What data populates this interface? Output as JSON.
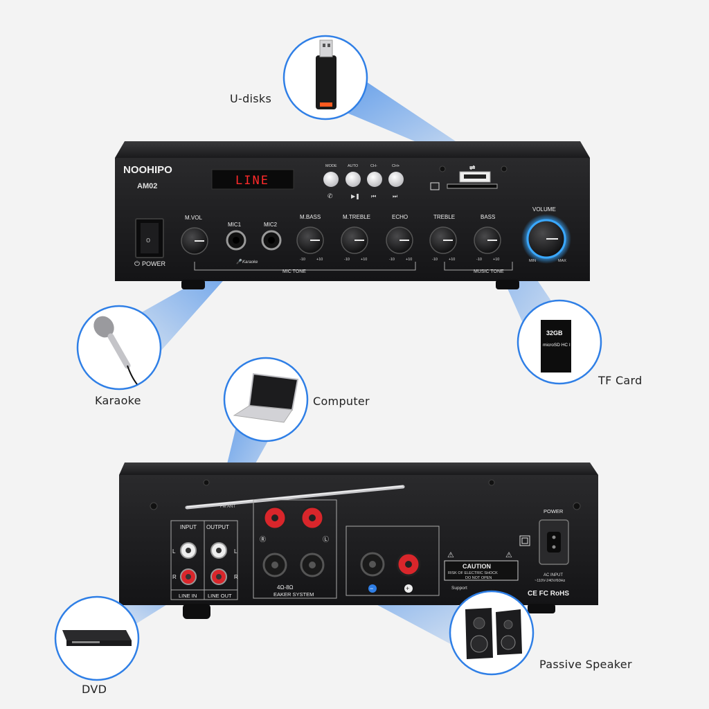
{
  "front": {
    "brand": "NOOHIPO",
    "model": "AM02",
    "display_text": "LINE",
    "power_label": "POWER",
    "buttons": [
      "MODE",
      "AUTO",
      "CH-",
      "CH+"
    ],
    "knobs": {
      "mvol": "M.VOL",
      "mic1": "MIC1",
      "mic2": "MIC2",
      "mbass": "M.BASS",
      "mtreble": "M.TREBLE",
      "echo": "ECHO",
      "treble": "TREBLE",
      "bass": "BASS",
      "volume": "VOLUME"
    },
    "scale_min": "-10",
    "scale_max": "+10",
    "vol_min": "MIN",
    "vol_max": "MAX",
    "mic_tone": "MIC TONE",
    "music_tone": "MUSIC TONE",
    "karaoke_mark": "Karaoke"
  },
  "back": {
    "ant": "FM ANT",
    "input": "INPUT",
    "output": "OUTPUT",
    "line_in": "LINE IN",
    "line_out": "LINE OUT",
    "impedance": "4Ω-8Ω",
    "speaker_system": "EAKER SYSTEM",
    "caution_title": "CAUTION",
    "caution_line1": "RISK OF ELECTRIC SHOCK",
    "caution_line2": "DO NOT OPEN",
    "power": "POWER",
    "ac_input": "AC INPUT",
    "ac_range": "~110V-240V/60Hz",
    "certs": "CE FC RoHS",
    "support": "Support"
  },
  "callouts": {
    "udisks": "U-disks",
    "tf_card": "TF Card",
    "karaoke": "Karaoke",
    "computer": "Computer",
    "dvd": "DVD",
    "passive_speaker": "Passive Speaker"
  },
  "tf_card": {
    "capacity": "32GB",
    "type": "microSD HC I"
  },
  "colors": {
    "chassis": "#1c1c1e",
    "beam": "#2f7fe6",
    "display_red": "#ff2a2a",
    "volume_ring": "#3aa8ff"
  }
}
